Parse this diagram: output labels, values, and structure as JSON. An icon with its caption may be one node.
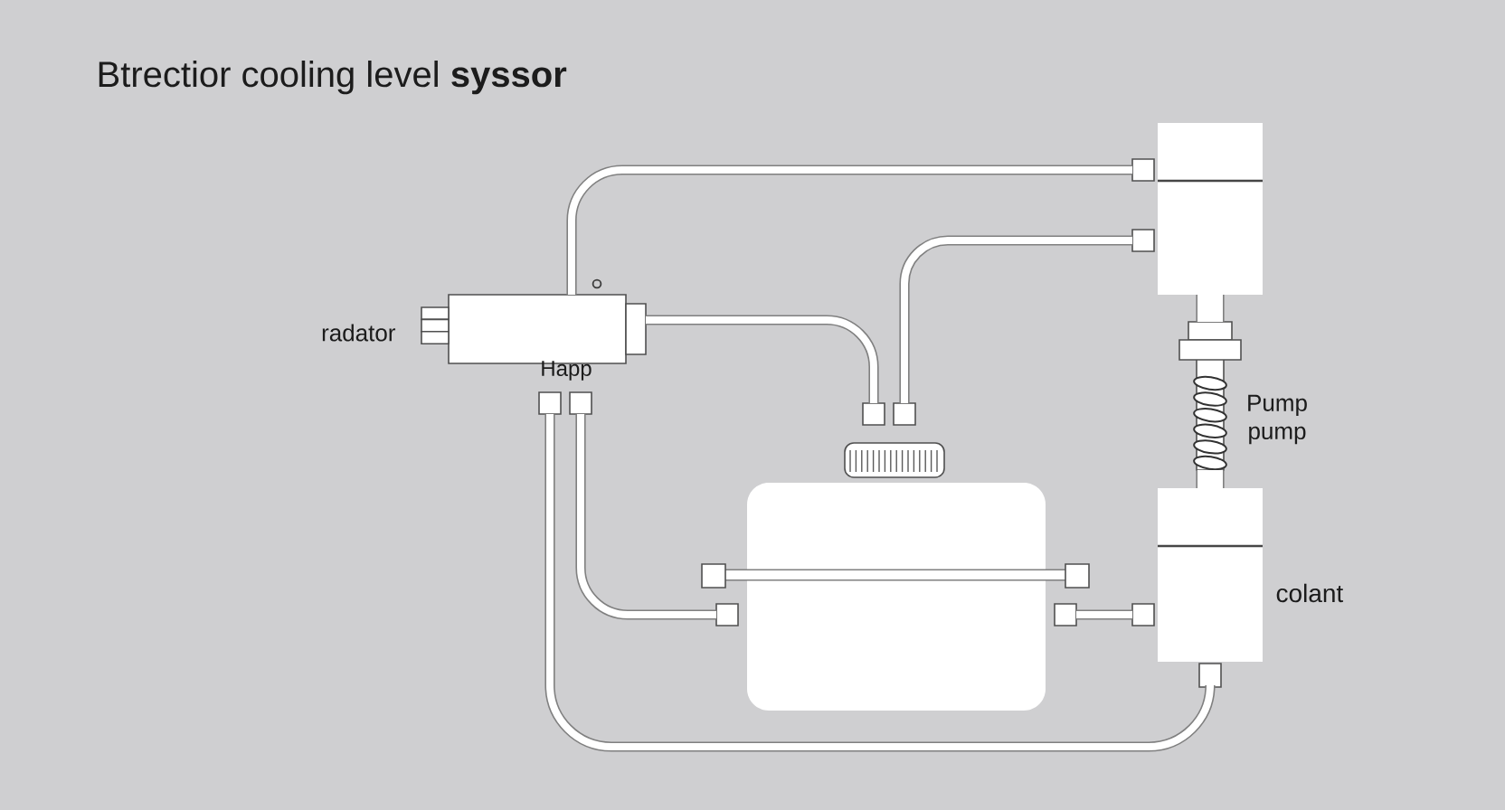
{
  "diagram": {
    "title": "Btrectior cooling level **syssor**",
    "nodes": [
      {
        "text": [],
        "shape": "box"
      },
      {
        "text": [],
        "shape": "cylinder",
        "beside": [
          "radator"
        ]
      },
      {
        "text": [],
        "shape": "picture",
        "beside": [
          "Pump pump"
        ]
      },
      {
        "text": [],
        "shape": "box",
        "beside": [
          "Happ"
        ]
      },
      {
        "text": [],
        "shape": "box"
      },
      {
        "text": [],
        "shape": "box"
      },
      {
        "text": [],
        "shape": "box",
        "beside": [
          "colant"
        ]
      }
    ],
    "edges": [
      {
        "from": 1,
        "to": 0,
        "arrow": "none"
      },
      {
        "from": 1,
        "to": 4,
        "arrow": "none"
      },
      {
        "from": 4,
        "to": 0,
        "arrow": "none"
      },
      {
        "from": 0,
        "to": 2,
        "arrow": "none",
        "style": "thick"
      },
      {
        "from": 2,
        "to": 6,
        "arrow": "none",
        "style": "thick"
      },
      {
        "from": 3,
        "to": 5,
        "arrow": "none"
      },
      {
        "from": 3,
        "to": 6,
        "arrow": "none"
      },
      {
        "from": 5,
        "to": 6,
        "arrow": "none"
      }
    ]
  }
}
